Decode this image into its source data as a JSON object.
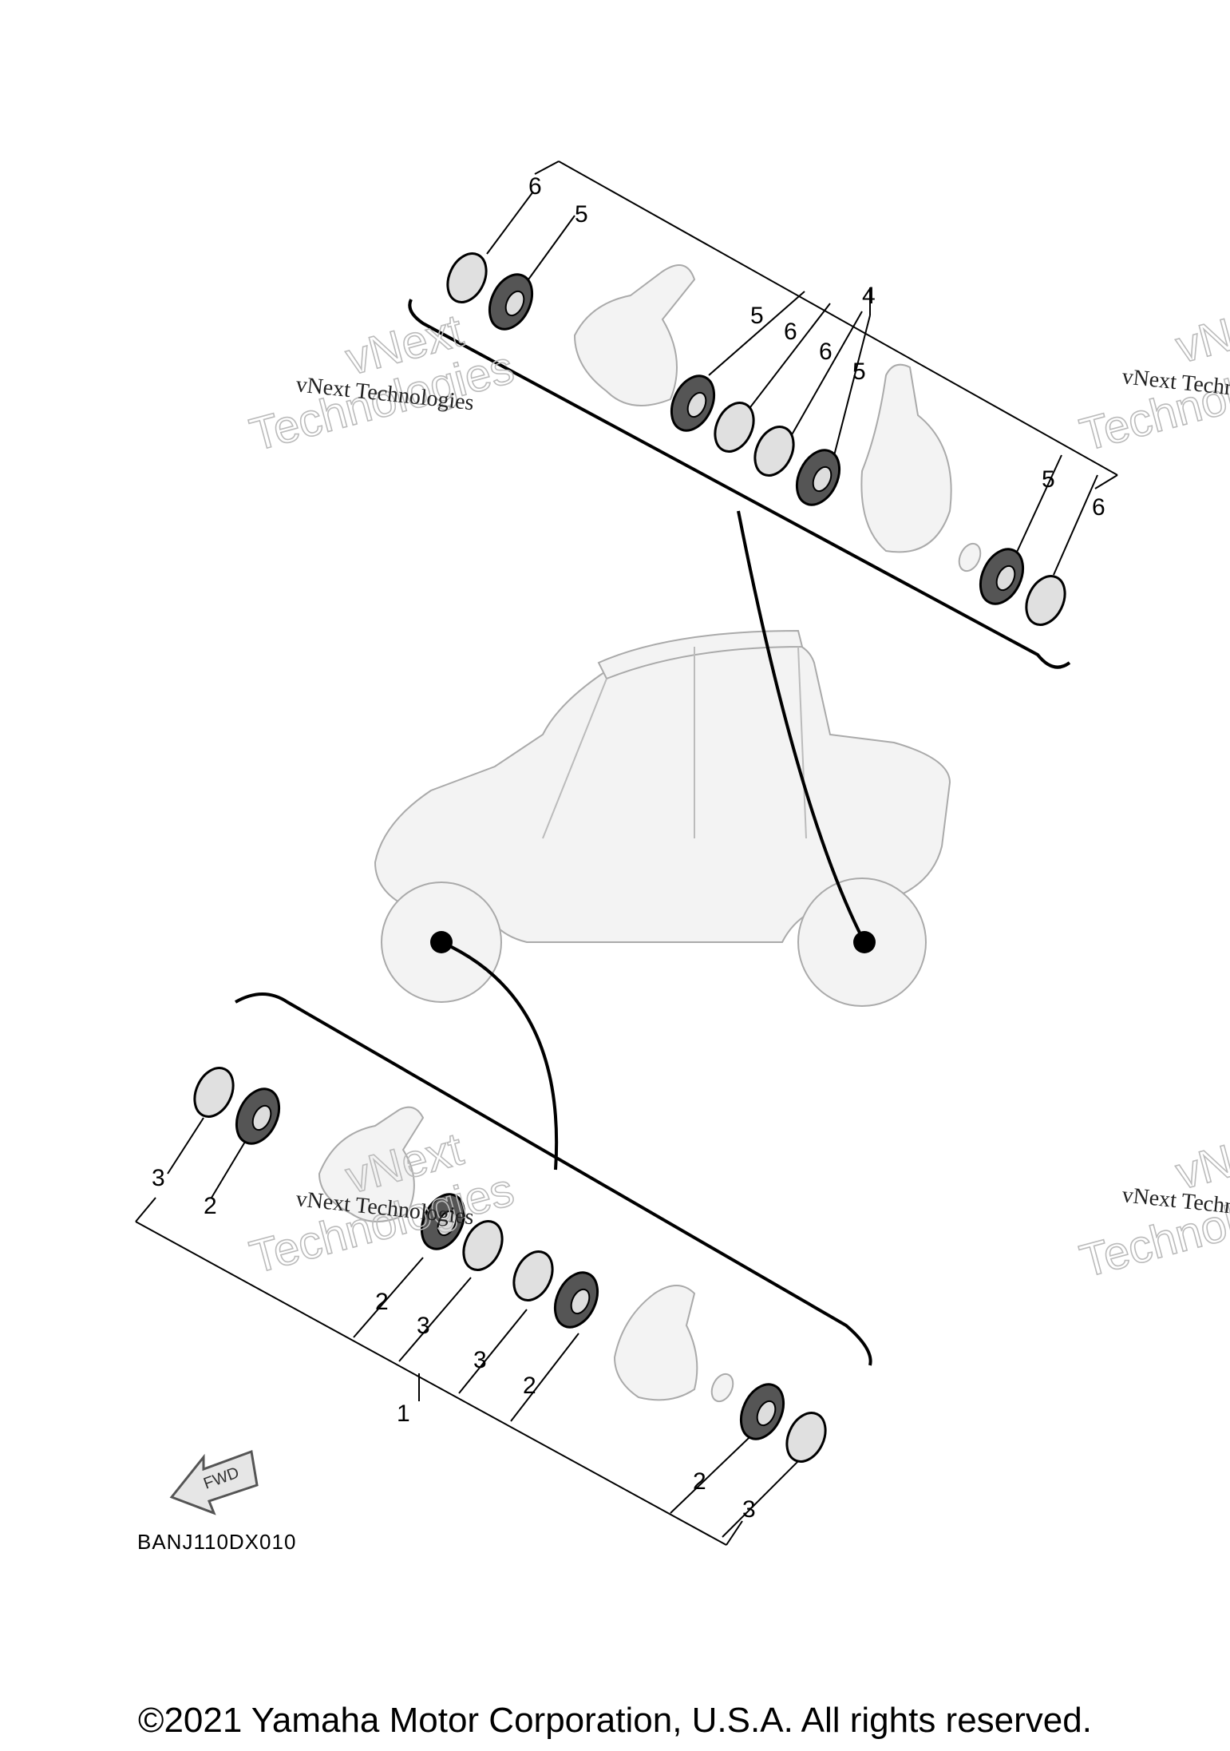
{
  "watermark": {
    "small_text": "vNext Technologies",
    "big_line1": "vNext",
    "big_line2": "Technologies"
  },
  "callouts": {
    "upper": {
      "c6_top": "6",
      "c5_top": "5",
      "c4": "4",
      "c5_a": "5",
      "c6_a": "6",
      "c6_b": "6",
      "c5_b": "5",
      "c5_right": "5",
      "c6_right": "6"
    },
    "lower": {
      "c3_left": "3",
      "c2_left": "2",
      "c2_a": "2",
      "c3_a": "3",
      "c3_b": "3",
      "c2_b": "2",
      "c1": "1",
      "c2_bottom": "2",
      "c3_bottom": "3"
    }
  },
  "fwd_label": "FWD",
  "diagram_code": "BANJ110DX010",
  "copyright": "©2021 Yamaha Motor Corporation, U.S.A. All rights reserved."
}
